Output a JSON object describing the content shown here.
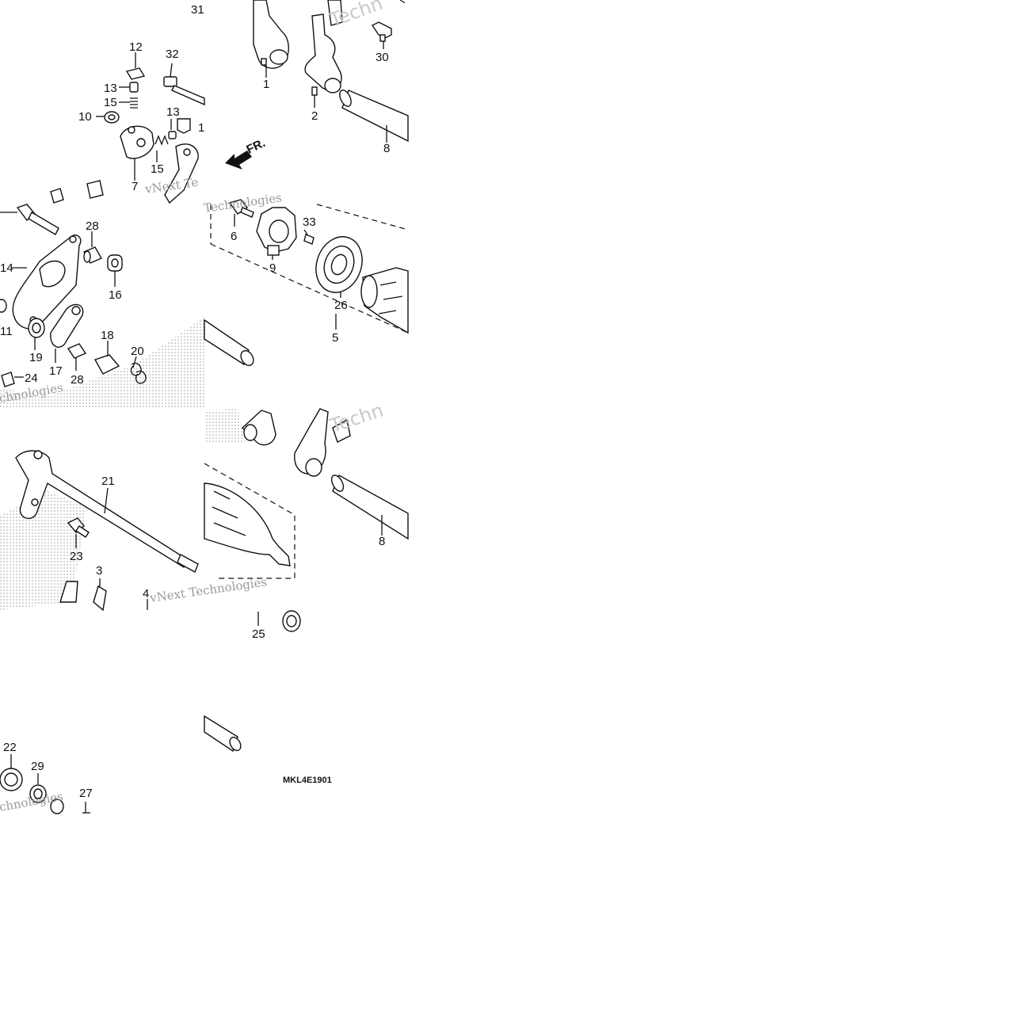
{
  "diagram": {
    "code": "MKL4E1901",
    "front_arrow_label": "FR.",
    "watermark_lines": [
      "vNext Te",
      "vNext Technologies",
      "Techn",
      "Technologies",
      "chnologies"
    ],
    "callouts": [
      {
        "id": "c31",
        "label": "31"
      },
      {
        "id": "c12",
        "label": "12"
      },
      {
        "id": "c32",
        "label": "32"
      },
      {
        "id": "c13a",
        "label": "13"
      },
      {
        "id": "c15a",
        "label": "15"
      },
      {
        "id": "c10",
        "label": "10"
      },
      {
        "id": "c13b",
        "label": "13"
      },
      {
        "id": "c1b",
        "label": "1"
      },
      {
        "id": "c15b",
        "label": "15"
      },
      {
        "id": "c7",
        "label": "7"
      },
      {
        "id": "c1",
        "label": "1"
      },
      {
        "id": "c2",
        "label": "2"
      },
      {
        "id": "c30",
        "label": "30"
      },
      {
        "id": "c8a",
        "label": "8"
      },
      {
        "id": "c28a",
        "label": "28"
      },
      {
        "id": "c14",
        "label": "14"
      },
      {
        "id": "c16",
        "label": "16"
      },
      {
        "id": "c11",
        "label": "11"
      },
      {
        "id": "c19",
        "label": "19"
      },
      {
        "id": "c17",
        "label": "17"
      },
      {
        "id": "c18",
        "label": "18"
      },
      {
        "id": "c20",
        "label": "20"
      },
      {
        "id": "c28b",
        "label": "28"
      },
      {
        "id": "c24",
        "label": "24"
      },
      {
        "id": "c6",
        "label": "6"
      },
      {
        "id": "c33",
        "label": "33"
      },
      {
        "id": "c9",
        "label": "9"
      },
      {
        "id": "c26",
        "label": "26"
      },
      {
        "id": "c5",
        "label": "5"
      },
      {
        "id": "c21",
        "label": "21"
      },
      {
        "id": "c23",
        "label": "23"
      },
      {
        "id": "c3",
        "label": "3"
      },
      {
        "id": "c4",
        "label": "4"
      },
      {
        "id": "c8b",
        "label": "8"
      },
      {
        "id": "c25",
        "label": "25"
      },
      {
        "id": "c22",
        "label": "22"
      },
      {
        "id": "c29",
        "label": "29"
      },
      {
        "id": "c27",
        "label": "27"
      }
    ]
  }
}
